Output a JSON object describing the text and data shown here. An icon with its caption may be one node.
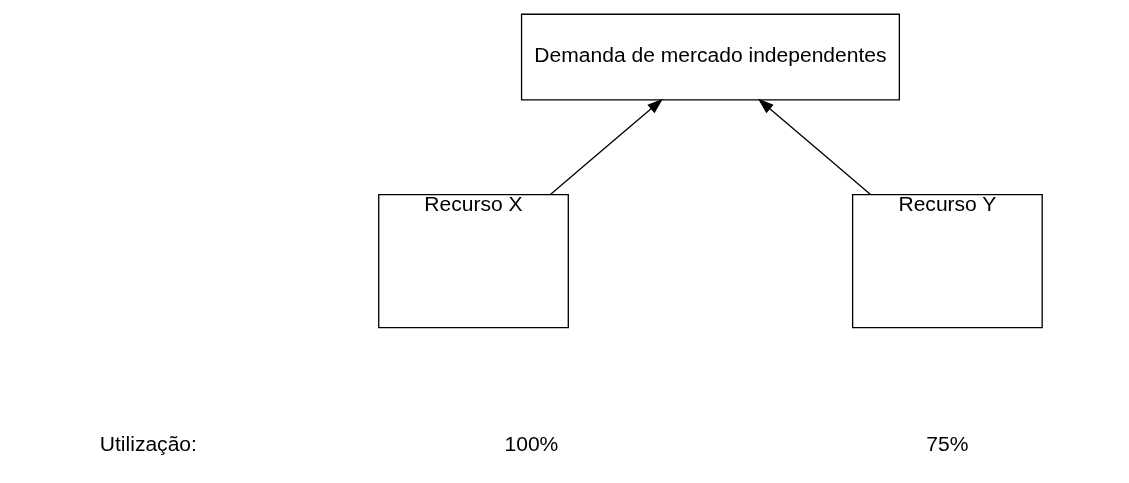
{
  "diagram": {
    "nodes": [
      {
        "text": [
          "Demanda de mercado independentes"
        ]
      },
      {
        "text": [
          "Recurso X"
        ]
      },
      {
        "text": [
          "Recurso Y"
        ]
      }
    ],
    "edges": [
      {
        "from": 1,
        "to": 0,
        "arrow": "to"
      },
      {
        "from": 2,
        "to": 0,
        "arrow": "to"
      }
    ],
    "labels": [
      "Utilização:",
      "100%",
      "75%"
    ]
  }
}
